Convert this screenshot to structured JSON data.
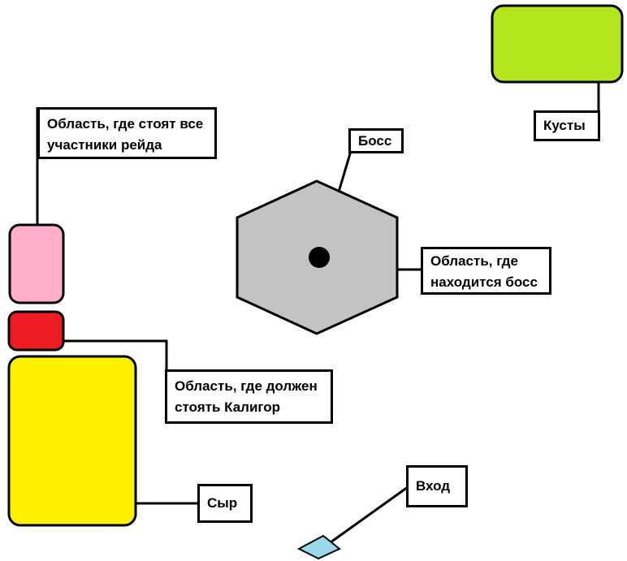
{
  "colors": {
    "raid_area": "#FFAFC9",
    "kaligor_area": "#ED1C24",
    "cheese_area": "#FFF200",
    "boss_area": "#C3C3C3",
    "bushes_area": "#B5E61D",
    "entrance": "#99D9EA",
    "outline": "#000000"
  },
  "labels": {
    "raid_area": [
      "Область, где стоят все",
      "участники рейда"
    ],
    "kaligor_area": [
      "Область, где должен",
      "стоять Калигор"
    ],
    "cheese": "Сыр",
    "boss": "Босс",
    "boss_area": [
      "Область, где",
      "находится босс"
    ],
    "bushes": "Кусты",
    "entrance": "Вход"
  }
}
